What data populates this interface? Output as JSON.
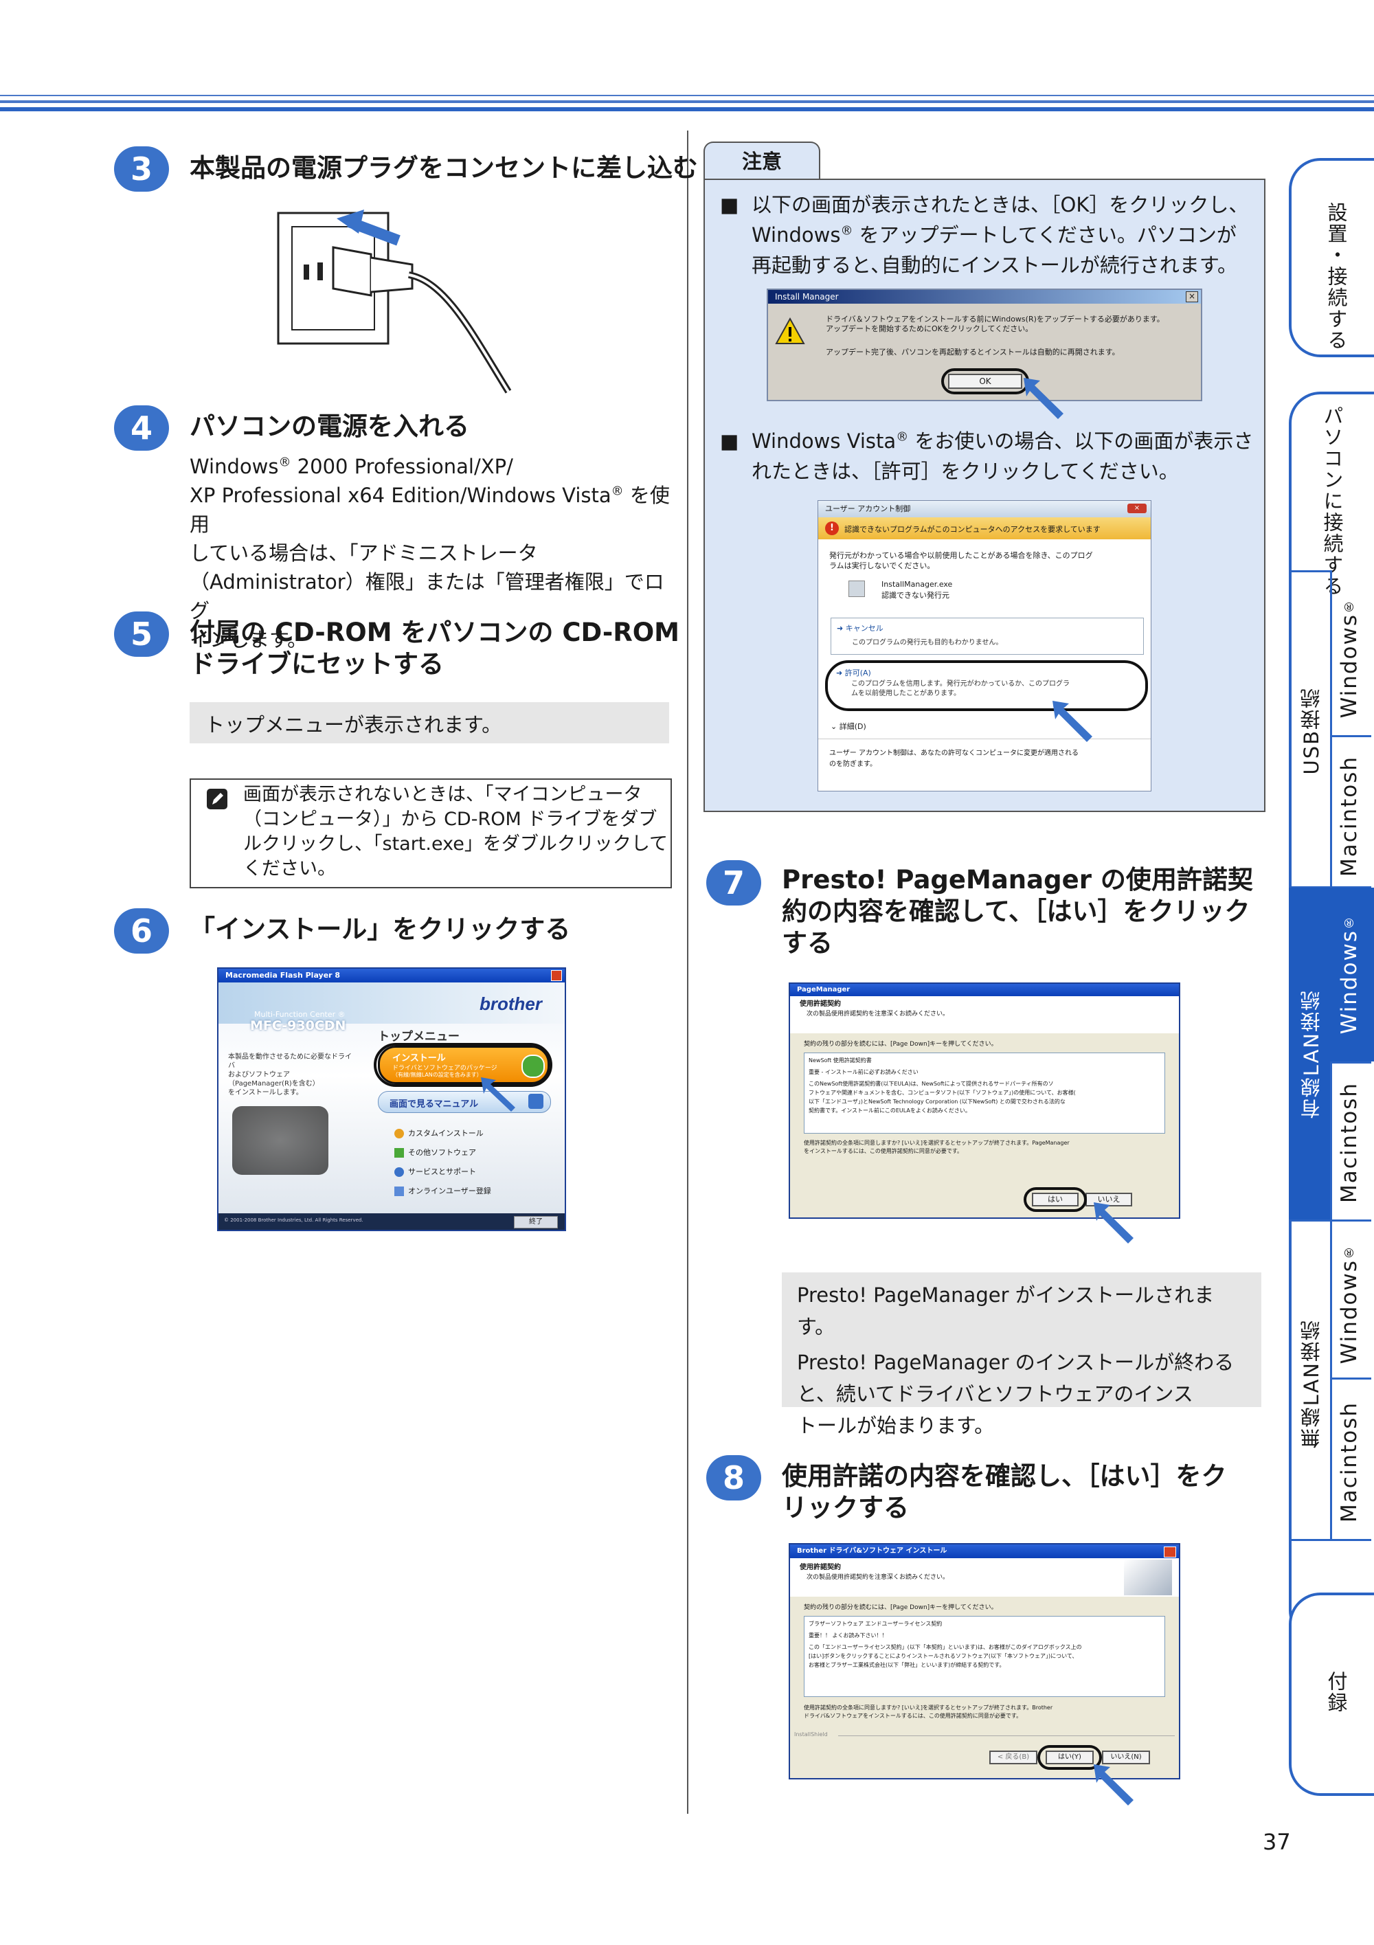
{
  "steps": {
    "s3": {
      "num": "3",
      "title": "本製品の電源プラグをコンセントに差し込む"
    },
    "s4": {
      "num": "4",
      "title": "パソコンの電源を入れる",
      "line1_pre": "Windows",
      "reg": "®",
      "line1_post": " 2000 Professional/XP/",
      "line2_pre": "XP Professional x64 Edition/Windows Vista",
      "line2_post": " を使用",
      "line3": "している場合は、「アドミニストレータ",
      "line4": "（Administrator）権限」または「管理者権限」でログ",
      "line5": "インします。"
    },
    "s5": {
      "num": "5",
      "title_line1": "付属の CD-ROM をパソコンの CD-ROM",
      "title_line2": "ドライブにセットする",
      "result": "トップメニューが表示されます。",
      "note_line1": "画面が表示されないときは、「マイコンピュータ",
      "note_line2": "（コンピュータ）」から CD-ROM ドライブをダブ",
      "note_line3": "ルクリックし、「start.exe」をダブルクリックして",
      "note_line4": "ください。"
    },
    "s6": {
      "num": "6",
      "title": "「インストール」をクリックする"
    },
    "s7": {
      "num": "7",
      "title_line1": "Presto! PageManager の使用許諾契",
      "title_line2": "約の内容を確認して、［はい］をクリック",
      "title_line3": "する",
      "result1": "Presto! PageManager がインストールされます。",
      "result2_line1": "Presto! PageManager のインストールが終わる",
      "result2_line2": "と、続いてドライバとソフトウェアのインス",
      "result2_line3": "トールが始まります。"
    },
    "s8": {
      "num": "8",
      "title_line1": "使用許諾の内容を確認し、［はい］をク",
      "title_line2": "リックする"
    }
  },
  "caution": {
    "label": "注意",
    "item1_line1": "以下の画面が表示されたときは、［OK］をクリックし、",
    "item1_line2_pre": "Windows",
    "item1_line2_post": " をアップデートしてください。パソコンが",
    "item1_line3": "再起動すると､自動的にインストールが続行されます。",
    "item2_line1_pre": "Windows Vista",
    "item2_line1_post": " をお使いの場合、以下の画面が表示さ",
    "item2_line2": "れたときは、［許可］をクリックしてください。",
    "bullet": "■",
    "reg": "®"
  },
  "dialogs": {
    "install_manager": {
      "title": "Install Manager",
      "close": "×",
      "msg1": "ドライバ＆ソフトウェアをインストールする前にWindows(R)をアップデートする必要があります。",
      "msg1b": "アップデートを開始するためにOKをクリックしてください。",
      "msg2": "アップデート完了後、パソコンを再起動するとインストールは自動的に再開されます。",
      "ok": "OK"
    },
    "uac": {
      "title": "ユーザー アカウント制御",
      "header": "認識できないプログラムがこのコンピュータへのアクセスを要求しています",
      "desc1": "発行元がわかっている場合や以前使用したことがある場合を除き、このプログ",
      "desc2": "ラムは実行しないでください。",
      "prog": "InstallManager.exe",
      "pub": "認識できない発行元",
      "cancel": "キャンセル",
      "cancel_sub": "このプログラムの発行元も目的もわかりません。",
      "allow": "許可(A)",
      "allow_sub1": "このプログラムを信用します。発行元がわかっているか、このプログラ",
      "allow_sub2": "ムを以前使用したことがあります。",
      "details": "詳細(D)",
      "footer1": "ユーザー アカウント制御は、あなたの許可なくコンピュータに変更が適用される",
      "footer2": "のを防ぎます。"
    },
    "flash": {
      "title": "Macromedia Flash Player 8",
      "brand": "brother",
      "mfc_label": "Multi-Function Center ®",
      "model": "MFC-930CDN",
      "top_menu": "トップメニュー",
      "side1": "本製品を動作させるために必要なドライバ",
      "side2": "およびソフトウェア（PageManager(R)を含む）",
      "side3": "をインストールします。",
      "install": "インストール",
      "install_sub1": "ドライバとソフトウェアのパッケージ",
      "install_sub2": "（有線/無線LANの設定を含みます）",
      "manual": "画面で見るマニュアル",
      "menu1": "カスタムインストール",
      "menu2": "その他ソフトウェア",
      "menu3": "サービスとサポート",
      "menu4": "オンラインユーザー登録",
      "copyright": "© 2001-2008 Brother Industries, Ltd. All Rights Reserved.",
      "exit": "終了"
    },
    "pagemanager": {
      "title": "PageManager",
      "h": "使用許諾契約",
      "sub": "次の製品使用許諾契約を注意深くお読みください。",
      "hint": "契約の残りの部分を読むには、[Page Down]キーを押してください。",
      "t1": "NewSoft 使用許諾契約書",
      "t2": "重要 - インストール前に必ずお読みください",
      "t3": "このNewSoft使用許諾契約書(以下EULA)は、NewSoftによって提供されるサードパーティ所有のソ",
      "t4": "フトウェアや関連ドキュメントを含む、コンピュータソフト(以下「ソフトウェア」)の使用について、お客様(",
      "t5": "以下「エンドユーザ」)とNewSoft Technology Corporation (以下NewSoft) との間で交わされる法的な",
      "t6": "契約書です。インストール前にこのEULAをよくお読みください。",
      "q1": "使用許諾契約の全条項に同意しますか? [いいえ]を選択するとセットアップが終了されます。PageManager",
      "q2": "をインストールするには、この使用許諾契約に同意が必要です。",
      "yes": "はい",
      "no": "いいえ"
    },
    "brother_eula": {
      "title": "Brother ドライバ&ソフトウェア インストール",
      "h": "使用許諾契約",
      "sub": "次の製品使用許諾契約を注意深くお読みください。",
      "hint": "契約の残りの部分を読むには、[Page Down]キーを押してください。",
      "t1": "ブラザーソフトウェア エンドユーザーライセンス契約",
      "t2": "重要！！ よくお読み下さい！！",
      "t3": "この「エンドユーザーライセンス契約」(以下「本契約」といいます)は、お客様がこのダイアログボックス上の",
      "t4": "[はい]ボタンをクリックすることによりインストールされるソフトウェア(以下「本ソフトウェア」)について、",
      "t5": "お客様とブラザー工業株式会社(以下「弊社」といいます)が締結する契約です。",
      "q1": "使用許諾契約の全条項に同意しますか? [いいえ]を選択するとセットアップが終了されます。Brother",
      "q2": "ドライバ&ソフトウェアをインストールするには、この使用許諾契約に同意が必要です。",
      "installshield": "InstallShield",
      "back": "< 戻る(B)",
      "yes": "はい(Y)",
      "no": "いいえ(N)"
    }
  },
  "side_tabs": {
    "setup": "設置・接続する",
    "pc": "パソコンに接続する",
    "usb": "USB接続",
    "wired": "有線LAN接続",
    "wireless": "無線LAN接続",
    "windows": "Windows",
    "macintosh": "Macintosh",
    "reg": "®",
    "appendix": "付録"
  },
  "page_number": "37",
  "colors": {
    "accent": "#2b64c4",
    "step": "#3a72c9",
    "caution_bg": "#dbe6f6",
    "gray": "#e6e6e6"
  }
}
